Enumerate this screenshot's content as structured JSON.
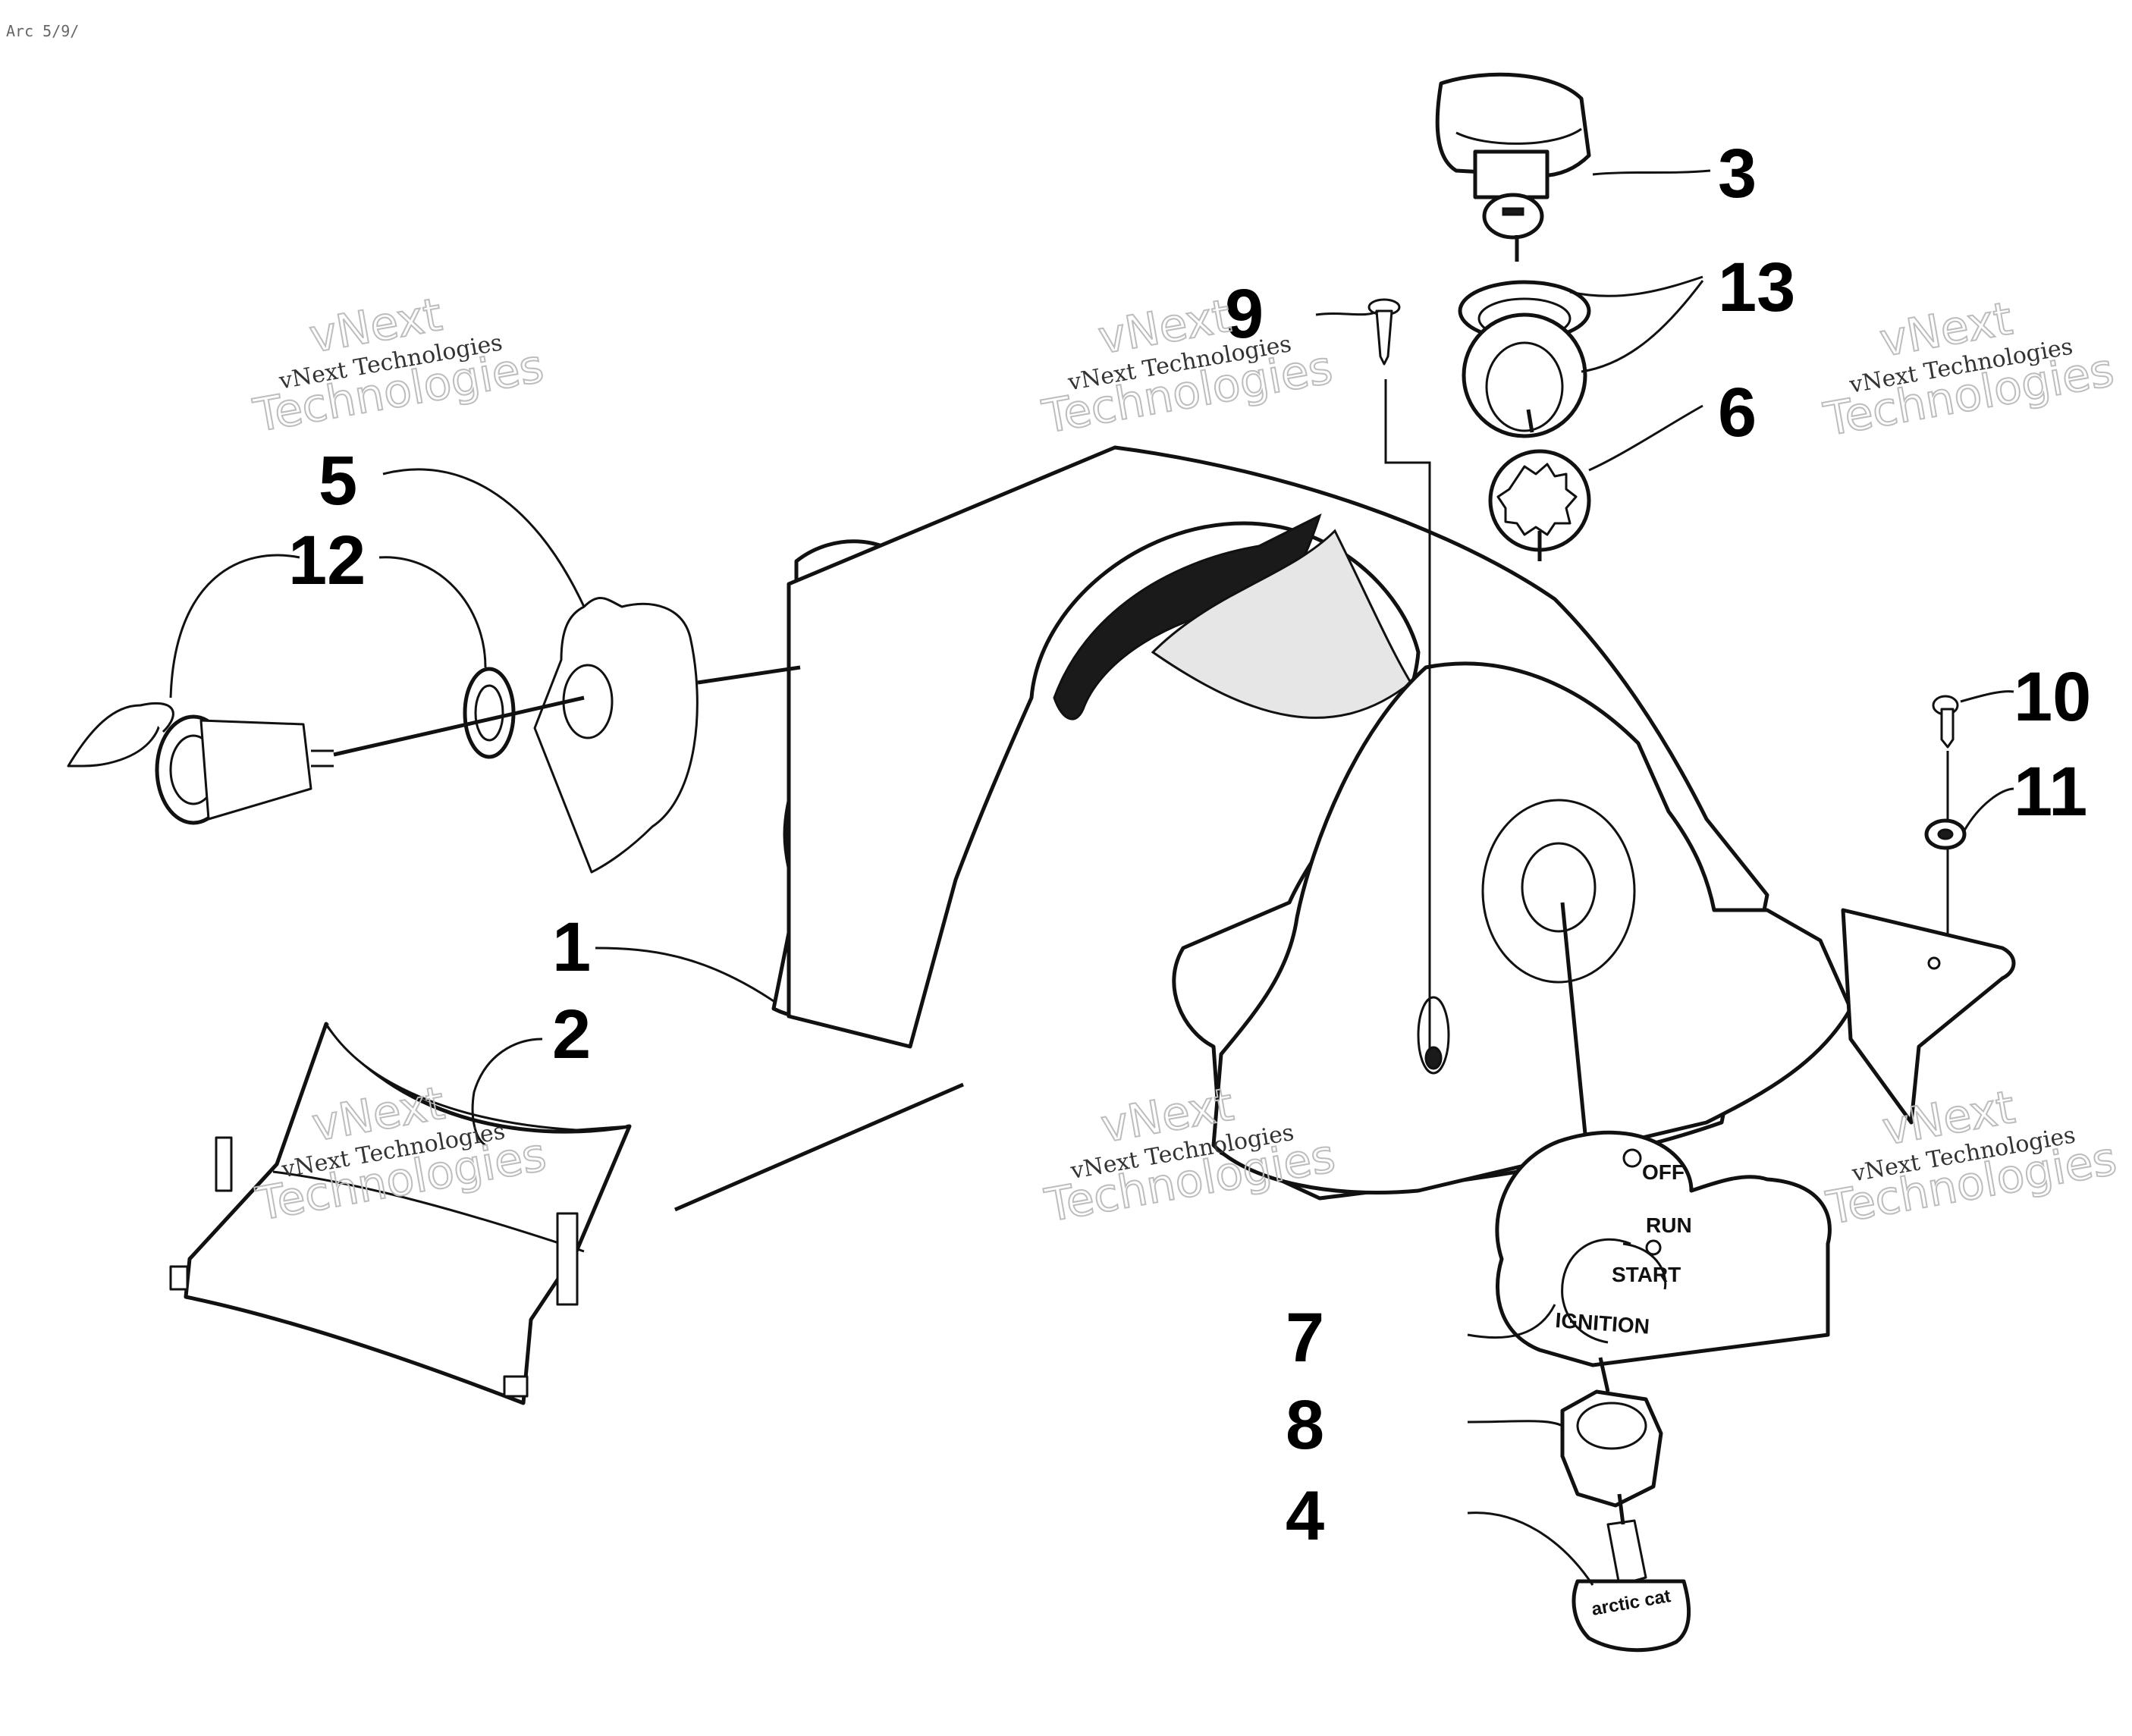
{
  "corner_mark": "Arc 5/9/",
  "callouts": [
    "1",
    "2",
    "3",
    "4",
    "5",
    "6",
    "7",
    "8",
    "9",
    "10",
    "11",
    "12",
    "13"
  ],
  "ignition_plate": {
    "off": "OFF",
    "run": "RUN",
    "start": "START",
    "ignition": "IGNITION"
  },
  "key_brand": "arctic cat",
  "watermark": {
    "line1": "vNext Technologies",
    "line2": "vNext",
    "line3": "Technologies"
  }
}
